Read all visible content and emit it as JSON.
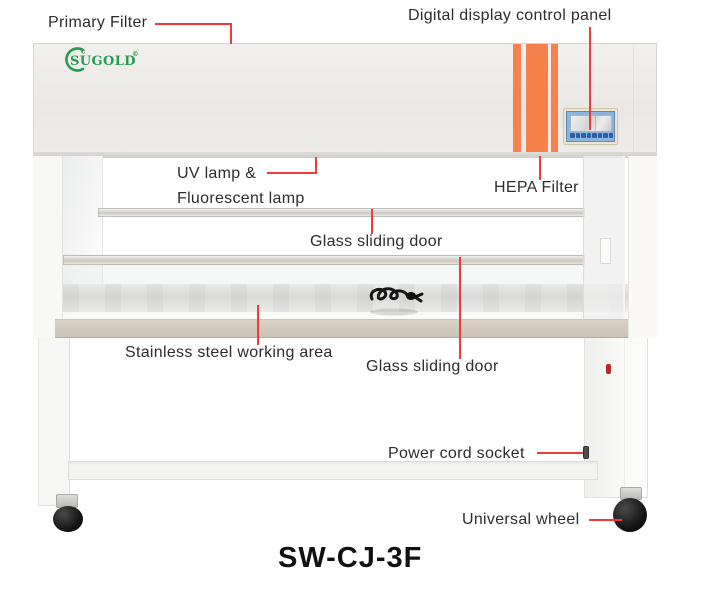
{
  "product": {
    "model": "SW-CJ-3F",
    "brand": "SUGOLD",
    "brand_registered": "®",
    "brand_mark": "c"
  },
  "labels": {
    "primary_filter": "Primary Filter",
    "digital_display": "Digital display control panel",
    "uv_lamp_line1": "UV lamp &",
    "uv_lamp_line2": "Fluorescent lamp",
    "hepa_filter": "HEPA Filter",
    "glass_door_upper": "Glass sliding door",
    "glass_door_lower": "Glass sliding door",
    "stainless_area": "Stainless steel working area",
    "power_socket": "Power cord socket",
    "universal_wheel": "Universal wheel"
  },
  "colors": {
    "leader_line": "#f23a3a",
    "stripe_orange": "#f7814c",
    "brand_green": "#279a50",
    "label_text": "#2d2d2d",
    "control_panel_blue": "#8db4dc"
  }
}
